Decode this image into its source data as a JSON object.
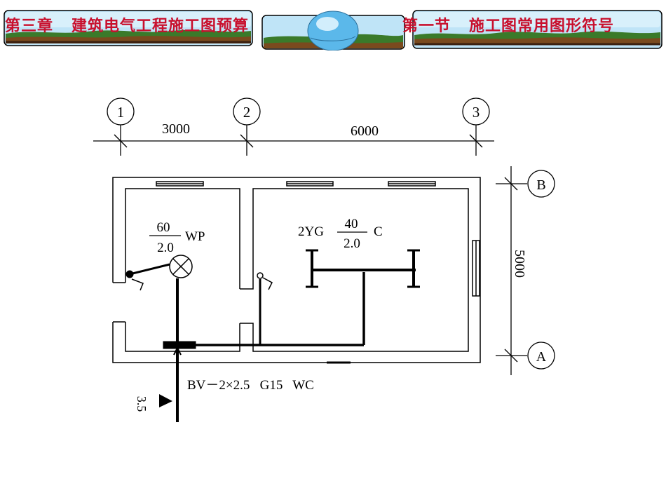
{
  "header": {
    "chapter_title": "第三章   建筑电气工程施工图预算",
    "section_title": "第一节   施工图常用图形符号"
  },
  "plan": {
    "axes_top": [
      "1",
      "2",
      "3"
    ],
    "axes_right": [
      "B",
      "A"
    ],
    "dims_top": [
      "3000",
      "6000"
    ],
    "dim_right": "5000",
    "lamp_left_top": "60",
    "lamp_left_bottom": "2.0",
    "lamp_left_mount": "WP",
    "lamp_right_prefix": "2YG",
    "lamp_right_top": "40",
    "lamp_right_bottom": "2.0",
    "lamp_right_mount": "C",
    "cable_label": "BV－2×2.5   G15   WC",
    "input_height": "3.5"
  },
  "colors": {
    "title": "#c8102e",
    "sky": "#9fd3f0",
    "ground": "#7a4a1e",
    "grass": "#3a7a2a",
    "line": "#000000"
  }
}
